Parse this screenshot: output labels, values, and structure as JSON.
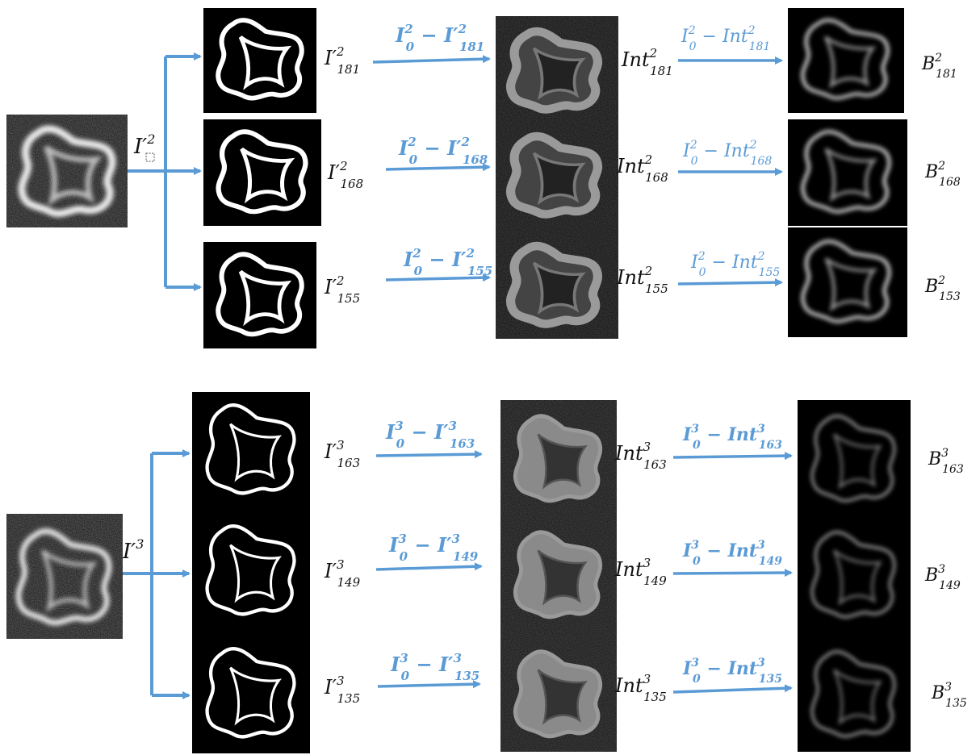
{
  "colors": {
    "arrow": "#5b9bd5",
    "background": "#ffffff",
    "panel": "#000000",
    "text": "#111111"
  },
  "scale2": {
    "source_label": {
      "base": "I",
      "prime": "′",
      "sup": "2",
      "sub": ""
    },
    "rows": [
      {
        "img_label": {
          "base": "I",
          "prime": "′",
          "sup": "2",
          "sub": "181"
        },
        "sub_label": {
          "a_base": "I",
          "a_sup": "2",
          "a_sub": "0",
          "op": " − ",
          "b_base": "I",
          "b_prime": "′",
          "b_sup": "2",
          "b_sub": "181"
        },
        "int_label": {
          "base": "Int",
          "sup": "2",
          "sub": "181"
        },
        "diff_label": {
          "a_base": "I",
          "a_sup": "2",
          "a_sub": "0",
          "op": " − ",
          "b_base": "Int",
          "b_sup": "2",
          "b_sub": "181"
        },
        "b_label": {
          "base": "B",
          "sup": "2",
          "sub": "181"
        }
      },
      {
        "img_label": {
          "base": "I",
          "prime": "′",
          "sup": "2",
          "sub": "168"
        },
        "sub_label": {
          "a_base": "I",
          "a_sup": "2",
          "a_sub": "0",
          "op": " − ",
          "b_base": "I",
          "b_prime": "′",
          "b_sup": "2",
          "b_sub": "168"
        },
        "int_label": {
          "base": "Int",
          "sup": "2",
          "sub": "168"
        },
        "diff_label": {
          "a_base": "I",
          "a_sup": "2",
          "a_sub": "0",
          "op": " − ",
          "b_base": "Int",
          "b_sup": "2",
          "b_sub": "168"
        },
        "b_label": {
          "base": "B",
          "sup": "2",
          "sub": "168"
        }
      },
      {
        "img_label": {
          "base": "I",
          "prime": "′",
          "sup": "2",
          "sub": "155"
        },
        "sub_label": {
          "a_base": "I",
          "a_sup": "2",
          "a_sub": "0",
          "op": " − ",
          "b_base": "I",
          "b_prime": "′",
          "b_sup": "2",
          "b_sub": "155"
        },
        "int_label": {
          "base": "Int",
          "sup": "2",
          "sub": "155"
        },
        "diff_label": {
          "a_base": "I",
          "a_sup": "2",
          "a_sub": "0",
          "op": " − ",
          "b_base": "Int",
          "b_sup": "2",
          "b_sub": "155"
        },
        "b_label": {
          "base": "B",
          "sup": "2",
          "sub": "153"
        }
      }
    ]
  },
  "scale3": {
    "source_label": {
      "base": "I",
      "prime": "′",
      "sup": "3",
      "sub": ""
    },
    "rows": [
      {
        "img_label": {
          "base": "I",
          "prime": "′",
          "sup": "3",
          "sub": "163"
        },
        "sub_label": {
          "a_base": "I",
          "a_sup": "3",
          "a_sub": "0",
          "op": " − ",
          "b_base": "I",
          "b_prime": "′",
          "b_sup": "3",
          "b_sub": "163"
        },
        "int_label": {
          "base": "Int",
          "sup": "3",
          "sub": "163"
        },
        "diff_label": {
          "a_base": "I",
          "a_sup": "3",
          "a_sub": "0",
          "op": " − ",
          "b_base": "Int",
          "b_sup": "3",
          "b_sub": "163"
        },
        "b_label": {
          "base": "B",
          "sup": "3",
          "sub": "163"
        }
      },
      {
        "img_label": {
          "base": "I",
          "prime": "′",
          "sup": "3",
          "sub": "149"
        },
        "sub_label": {
          "a_base": "I",
          "a_sup": "3",
          "a_sub": "0",
          "op": " − ",
          "b_base": "I",
          "b_prime": "′",
          "b_sup": "3",
          "b_sub": "149"
        },
        "int_label": {
          "base": "Int",
          "sup": "3",
          "sub": "149"
        },
        "diff_label": {
          "a_base": "I",
          "a_sup": "3",
          "a_sub": "0",
          "op": " − ",
          "b_base": "Int",
          "b_sup": "3",
          "b_sub": "149"
        },
        "b_label": {
          "base": "B",
          "sup": "3",
          "sub": "149"
        }
      },
      {
        "img_label": {
          "base": "I",
          "prime": "′",
          "sup": "3",
          "sub": "135"
        },
        "sub_label": {
          "a_base": "I",
          "a_sup": "3",
          "a_sub": "0",
          "op": " − ",
          "b_base": "I",
          "b_prime": "′",
          "b_sup": "3",
          "b_sub": "135"
        },
        "int_label": {
          "base": "Int",
          "sup": "3",
          "sub": "135"
        },
        "diff_label": {
          "a_base": "I",
          "a_sup": "3",
          "a_sub": "0",
          "op": " − ",
          "b_base": "Int",
          "b_sup": "3",
          "b_sub": "135"
        },
        "b_label": {
          "base": "B",
          "sup": "3",
          "sub": "135"
        }
      }
    ]
  }
}
